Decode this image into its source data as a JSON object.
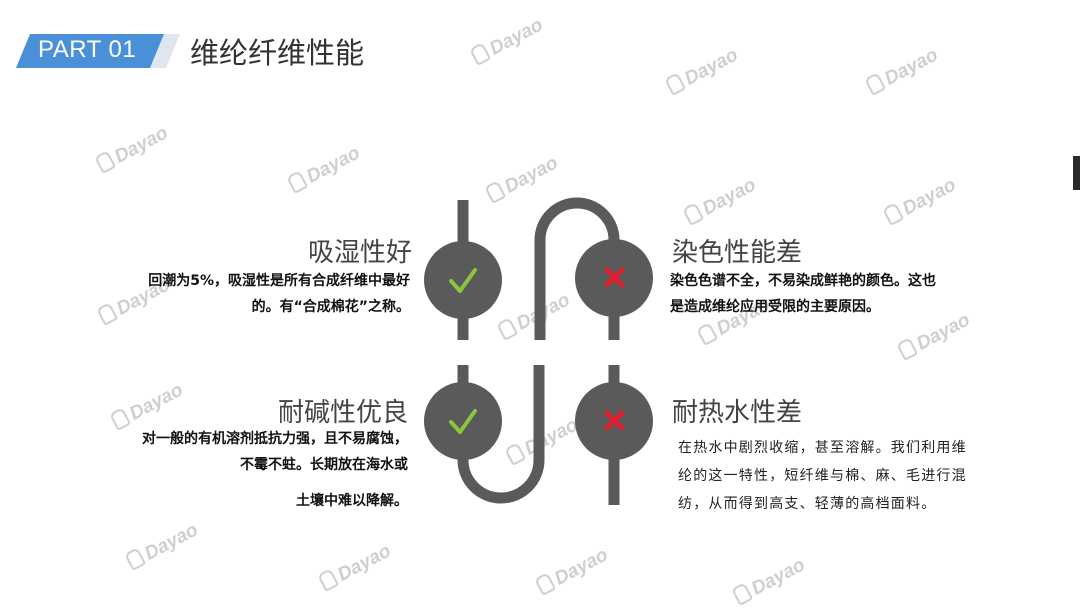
{
  "header": {
    "part_label": "PART 01",
    "title": "维纶纤维性能"
  },
  "features": [
    {
      "title": "吸湿性好",
      "mark": "check-icon",
      "lines": [
        "回潮为5%，吸湿性是所有合成纤维中最好",
        "的。有“合成棉花”之称。"
      ]
    },
    {
      "title": "染色性能差",
      "mark": "cross-icon",
      "lines": [
        "染色色谱不全，不易染成鲜艳的颜色。这也",
        "是造成维纶应用受限的主要原因。"
      ]
    },
    {
      "title": "耐碱性优良",
      "mark": "check-icon",
      "lines": [
        "对一般的有机溶剂抵抗力强，且不易腐蚀，",
        "不霉不蛀。长期放在海水或",
        "土壤中难以降解。"
      ]
    },
    {
      "title": "耐热水性差",
      "mark": "cross-icon",
      "lines": [
        "在热水中剧烈收缩，甚至溶解。我们利用维",
        "纶的这一特性，短纤维与棉、麻、毛进行混",
        "纺，从而得到高支、轻薄的高档面料。"
      ]
    }
  ],
  "colors": {
    "accent": "#4a90d9",
    "pipe": "#5a5a5a",
    "check": "#8cc63f",
    "cross": "#e8192c"
  },
  "watermark": "Dayao"
}
